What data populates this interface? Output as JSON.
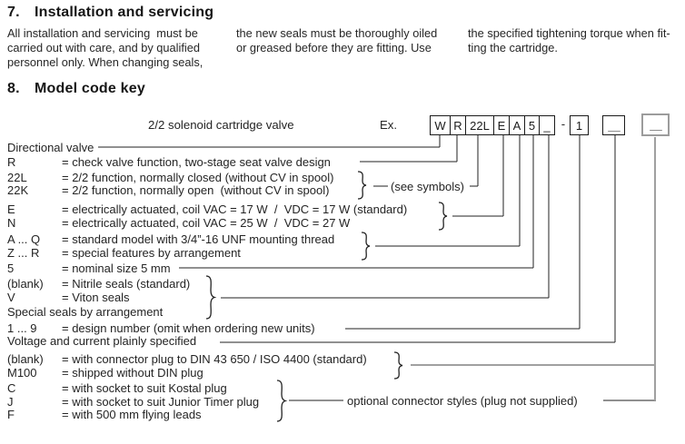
{
  "section7": {
    "number": "7.",
    "title": "Installation and servicing",
    "columns": [
      {
        "lines": [
          "All installation and servicing  must be",
          "carried out with care, and by qualified",
          "personnel only. When changing seals,"
        ]
      },
      {
        "lines": [
          "the new seals must be thoroughly oiled",
          "or greased before they are fitting. Use"
        ]
      },
      {
        "lines": [
          "the specified tightening torque when fit-",
          "ting the cartridge."
        ]
      }
    ]
  },
  "section8": {
    "number": "8.",
    "title": "Model code key",
    "product_label": "2/2 solenoid cartridge valve",
    "example_label": "Ex.",
    "code": {
      "cells": [
        "W",
        "R",
        "22L",
        "E",
        "A",
        "5",
        "_"
      ],
      "separator": "-",
      "design_box": "1",
      "voltage_box": "__",
      "connector_box": "__"
    },
    "rows": [
      {
        "code": "Directional valve",
        "def": ""
      },
      {
        "code": "R",
        "def": "= check valve function, two-stage seat valve design"
      },
      {
        "code": "22L",
        "def": "= 2/2 function, normally closed (without CV in spool)"
      },
      {
        "code": "22K",
        "def": "= 2/2 function, normally open  (without CV in spool)"
      },
      {
        "code": "E",
        "def": "= electrically actuated, coil VAC = 17 W  /  VDC = 17 W (standard)"
      },
      {
        "code": "N",
        "def": "= electrically actuated, coil VAC = 25 W  /  VDC = 27 W"
      },
      {
        "code": "A ... Q",
        "def": "= standard model with 3/4”-16 UNF mounting thread"
      },
      {
        "code": "Z ... R",
        "def": "= special features by arrangement"
      },
      {
        "code": "5",
        "def": "= nominal size 5 mm"
      },
      {
        "code": "(blank)",
        "def": "= Nitrile seals (standard)"
      },
      {
        "code": "V",
        "def": "= Viton seals"
      },
      {
        "code": "Special seals by arrangement",
        "def": ""
      },
      {
        "code": "1 ... 9",
        "def": "= design number (omit when ordering new units)"
      },
      {
        "code": "Voltage and current plainly specified",
        "def": ""
      },
      {
        "code": "(blank)",
        "def": "= with connector plug to DIN 43 650 / ISO 4400 (standard)"
      },
      {
        "code": "M100",
        "def": "= shipped without DIN plug"
      },
      {
        "code": "C",
        "def": "= with socket to suit Kostal plug"
      },
      {
        "code": "J",
        "def": "= with socket to suit Junior Timer plug"
      },
      {
        "code": "F",
        "def": "= with 500 mm flying leads"
      }
    ],
    "annotations": {
      "see_symbols": "(see symbols)",
      "optional_connector": "optional connector styles (plug not supplied)"
    },
    "colors": {
      "ink": "#1e1e1e",
      "muted": "#9c9c9c"
    }
  }
}
